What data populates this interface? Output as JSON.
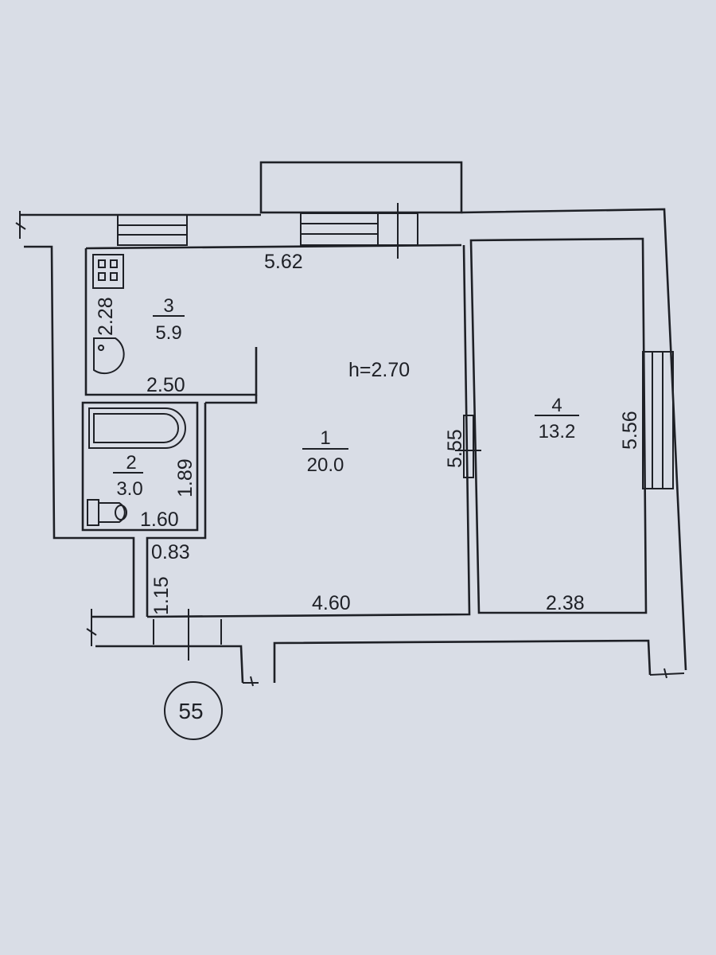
{
  "plan": {
    "ceiling_height": "h=2.70",
    "sheet_number": "55",
    "rooms": [
      {
        "number": "1",
        "area": "20.0"
      },
      {
        "number": "2",
        "area": "3.0"
      },
      {
        "number": "3",
        "area": "5.9"
      },
      {
        "number": "4",
        "area": "13.2"
      }
    ],
    "dimensions": {
      "main_top": "5.62",
      "kitchen_side": "2.28",
      "kitchen_bottom": "2.50",
      "bath_side": "1.89",
      "bath_bottom": "1.60",
      "hall_width": "0.83",
      "hall_depth": "1.15",
      "main_bottom": "4.60",
      "partition": "5.55",
      "room4_bottom": "2.38",
      "room4_side": "5.56"
    }
  },
  "colors": {
    "paper": "#d9dde6",
    "ink": "#1e2026"
  }
}
